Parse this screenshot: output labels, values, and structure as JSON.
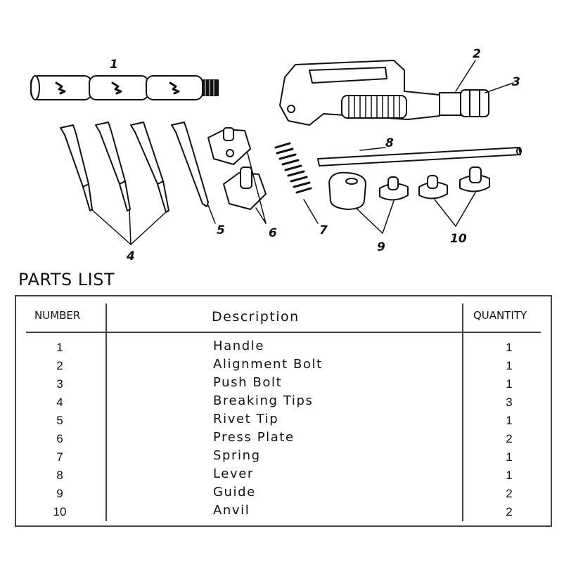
{
  "callouts": {
    "c1": "1",
    "c2": "2",
    "c3": "3",
    "c4": "4",
    "c5": "5",
    "c6": "6",
    "c7": "7",
    "c8": "8",
    "c9": "9",
    "c10": "10"
  },
  "parts_list": {
    "heading": "PARTS LIST",
    "columns": {
      "number": "NUMBER",
      "description": "Description",
      "quantity": "QUANTITY"
    },
    "rows": [
      {
        "number": "1",
        "description": "Handle",
        "quantity": "1"
      },
      {
        "number": "2",
        "description": "Alignment Bolt",
        "quantity": "1"
      },
      {
        "number": "3",
        "description": "Push Bolt",
        "quantity": "1"
      },
      {
        "number": "4",
        "description": "Breaking Tips",
        "quantity": "3"
      },
      {
        "number": "5",
        "description": "Rivet Tip",
        "quantity": "1"
      },
      {
        "number": "6",
        "description": "Press Plate",
        "quantity": "2"
      },
      {
        "number": "7",
        "description": "Spring",
        "quantity": "1"
      },
      {
        "number": "8",
        "description": "Lever",
        "quantity": "1"
      },
      {
        "number": "9",
        "description": "Guide",
        "quantity": "2"
      },
      {
        "number": "10",
        "description": "Anvil",
        "quantity": "2"
      }
    ]
  }
}
